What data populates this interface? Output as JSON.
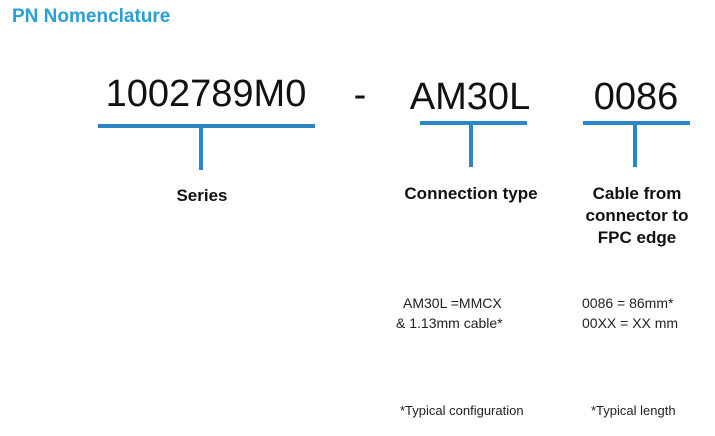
{
  "title": "PN Nomenclature",
  "separator": "-",
  "segments": [
    {
      "code": "1002789M0",
      "label": "Series",
      "description": "",
      "note": ""
    },
    {
      "code": "AM30L",
      "label": "Connection type",
      "description": "  AM30L =MMCX\n& 1.13mm cable*",
      "note": "*Typical configuration"
    },
    {
      "code": "0086",
      "label": "Cable from\nconnector to\nFPC edge",
      "description": "0086 = 86mm*\n00XX = XX mm",
      "note": "*Typical length"
    }
  ],
  "colors": {
    "title": "#2a9fd6",
    "bars": "#2a86c5"
  }
}
